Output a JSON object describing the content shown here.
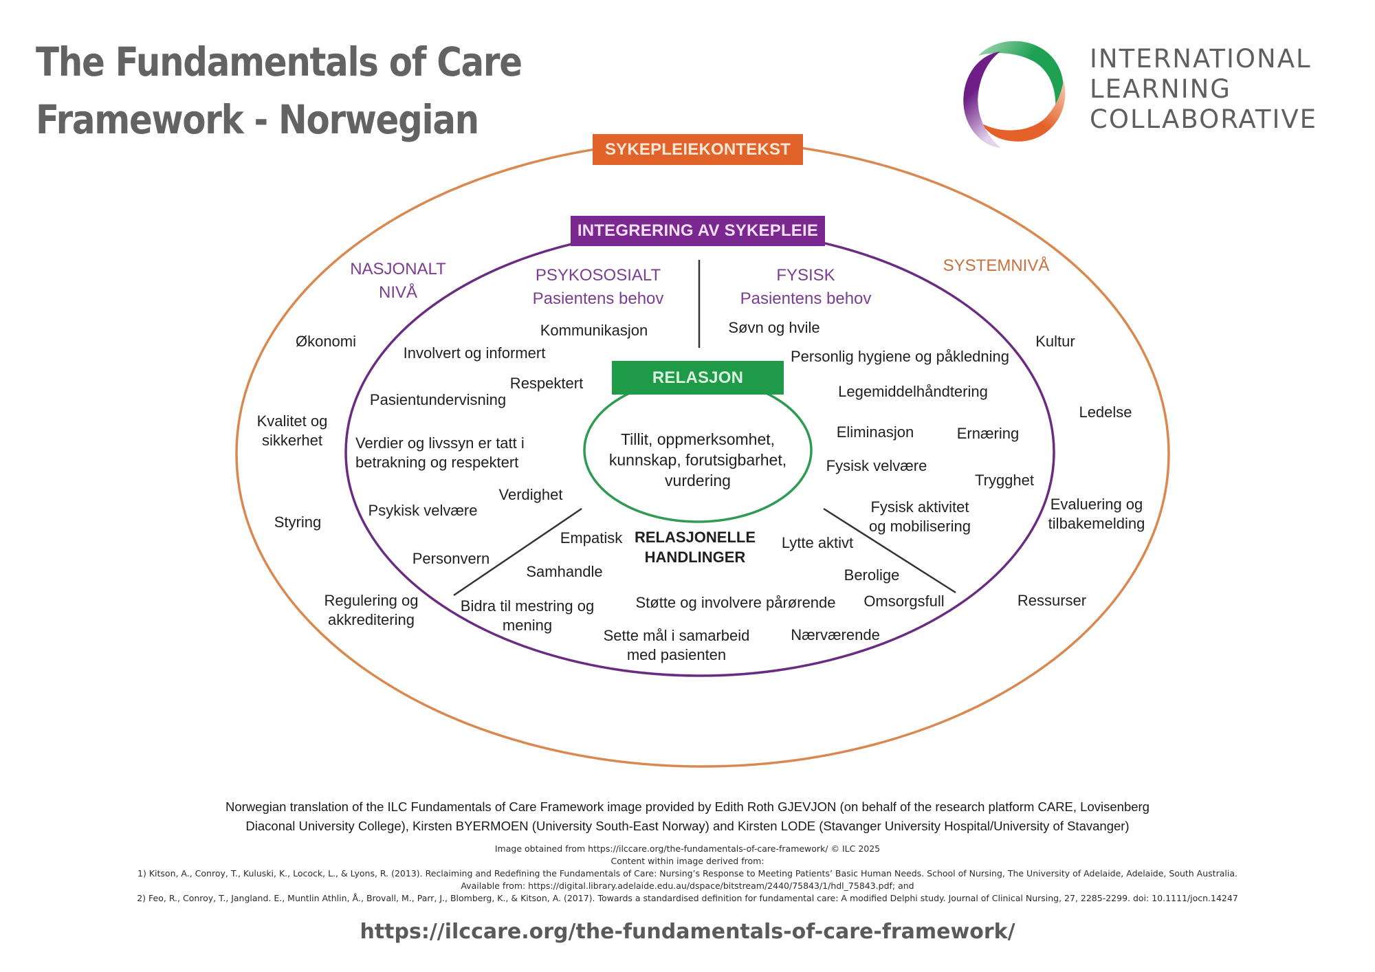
{
  "header": {
    "title_line1": "The Fundamentals of Care",
    "title_line2": "Framework - Norwegian"
  },
  "logo": {
    "icon": "ilc-ring-logo-icon",
    "line1": "INTERNATIONAL",
    "line2": "LEARNING",
    "line3": "COLLABORATIVE",
    "colors": {
      "green": "#1fa154",
      "purple": "#6e1f86",
      "orange": "#e4622a"
    }
  },
  "diagram": {
    "colors": {
      "outer_ring": "#d98950",
      "inner_ring": "#6a2c82",
      "relation_ring": "#2e9a52",
      "context_box": "#e2632a",
      "integration_box": "#7a2890",
      "relation_box": "#1f9a48",
      "divider": "#333333"
    },
    "context_label": "SYKEPLEIEKONTEKST",
    "integration_label": "INTEGRERING AV SYKEPLEIE",
    "relation_label": "RELASJON",
    "relation_core": [
      "Tillit, oppmerksomhet,",
      "kunnskap, forutsigbarhet,",
      "vurdering"
    ],
    "relational_actions_label": [
      "RELASJONELLE",
      "HANDLINGER"
    ],
    "national_level": {
      "heading": [
        "NASJONALT",
        "NIVÅ"
      ],
      "items": [
        [
          "Økonomi"
        ],
        [
          "Kvalitet og",
          "sikkerhet"
        ],
        [
          "Styring"
        ],
        [
          "Regulering og",
          "akkreditering"
        ]
      ]
    },
    "system_level": {
      "heading": [
        "SYSTEMNIVÅ"
      ],
      "items": [
        [
          "Kultur"
        ],
        [
          "Ledelse"
        ],
        [
          "Evaluering og",
          "tilbakemelding"
        ],
        [
          "Ressurser"
        ]
      ]
    },
    "psychosocial": {
      "heading": "PSYKOSOSIALT",
      "subheading": "Pasientens behov",
      "items": [
        [
          "Kommunikasjon"
        ],
        [
          "Involvert og informert"
        ],
        [
          "Respektert"
        ],
        [
          "Pasientundervisning"
        ],
        [
          "Verdier og livssyn er tatt i",
          "betrakning og respektert"
        ],
        [
          "Verdighet"
        ],
        [
          "Psykisk velvære"
        ],
        [
          "Personvern"
        ]
      ]
    },
    "physical": {
      "heading": "FYSISK",
      "subheading": "Pasientens behov",
      "items": [
        [
          "Søvn og hvile"
        ],
        [
          "Personlig hygiene og påkledning"
        ],
        [
          "Legemiddelhåndtering"
        ],
        [
          "Eliminasjon"
        ],
        [
          "Ernæring"
        ],
        [
          "Fysisk velvære"
        ],
        [
          "Trygghet"
        ],
        [
          "Fysisk aktivitet",
          "og mobilisering"
        ]
      ]
    },
    "relational_actions": {
      "items": [
        [
          "Empatisk"
        ],
        [
          "Samhandle"
        ],
        [
          "Bidra til mestring og",
          "mening"
        ],
        [
          "Lytte aktivt"
        ],
        [
          "Berolige"
        ],
        [
          "Støtte og involvere pårørende"
        ],
        [
          "Omsorgsfull"
        ],
        [
          "Sette mål i samarbeid",
          "med pasienten"
        ],
        [
          "Nærværende"
        ]
      ]
    }
  },
  "footer": {
    "caption_line1": "Norwegian translation of the ILC Fundamentals of Care Framework image provided by Edith Roth GJEVJON (on behalf of the research platform CARE, Lovisenberg",
    "caption_line2": "Diaconal University College), Kirsten BYERMOEN (University South-East Norway) and Kirsten LODE (Stavanger University Hospital/University of Stavanger)",
    "refs": [
      "Image obtained from https://ilccare.org/the-fundamentals-of-care-framework/ © ILC 2025",
      "Content within image derived from:",
      "1) Kitson, A., Conroy, T., Kuluski, K., Locock, L., & Lyons, R. (2013). Reclaiming and Redefining the Fundamentals of Care: Nursing’s Response to Meeting Patients’ Basic Human Needs. School of Nursing, The University of Adelaide, Adelaide, South Australia.",
      "Available from: https://digital.library.adelaide.edu.au/dspace/bitstream/2440/75843/1/hdl_75843.pdf; and",
      "2) Feo, R., Conroy, T., Jangland. E., Muntlin Athlin, Å., Brovall, M., Parr, J., Blomberg, K., & Kitson, A. (2017). Towards a standardised definition for fundamental care: A modified Delphi study. Journal of Clinical Nursing, 27, 2285-2299. doi: 10.1111/jocn.14247"
    ],
    "url": "https://ilccare.org/the-fundamentals-of-care-framework/"
  }
}
